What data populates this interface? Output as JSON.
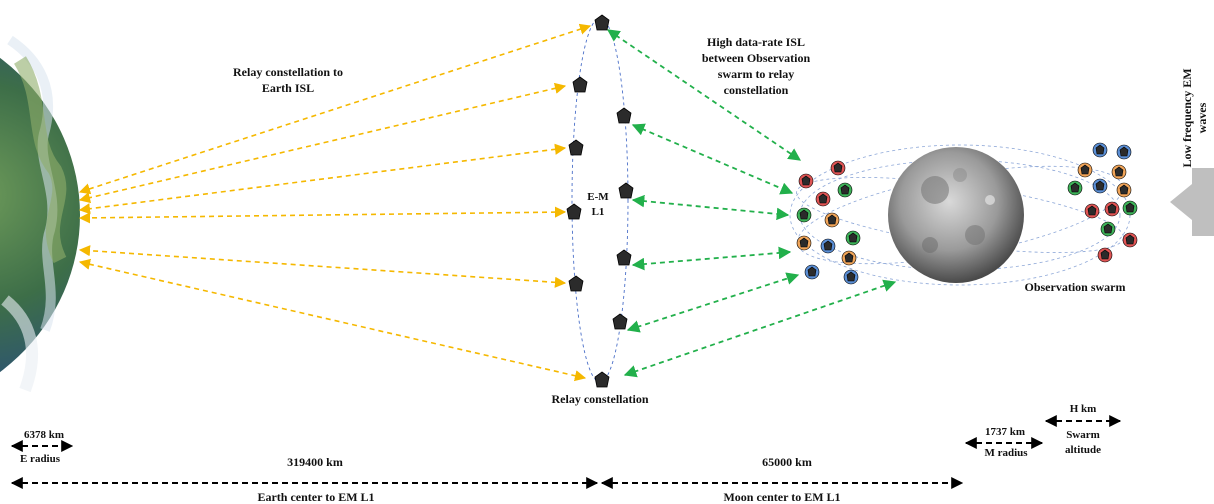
{
  "labels": {
    "relay_to_earth_1": "Relay constellation to",
    "relay_to_earth_2": "Earth ISL",
    "high_rate_1": "High data-rate ISL",
    "high_rate_2": "between Observation",
    "high_rate_3": "swarm to relay",
    "high_rate_4": "constellation",
    "em_l1_1": "E-M",
    "em_l1_2": "L1",
    "relay_constellation": "Relay constellation",
    "observation_swarm": "Observation swarm",
    "low_freq_1": "Low frequency EM",
    "low_freq_2": "waves"
  },
  "dimensions": {
    "earth_radius_value": "6378 km",
    "earth_radius_label": "E radius",
    "earth_to_l1_value": "319400 km",
    "earth_to_l1_label": "Earth center to EM L1",
    "moon_to_l1_value": "65000 km",
    "moon_to_l1_label": "Moon center to EM L1",
    "moon_radius_value": "1737 km",
    "moon_radius_label": "M radius",
    "swarm_alt_value": "H km",
    "swarm_alt_label_1": "Swarm",
    "swarm_alt_label_2": "altitude"
  },
  "colors": {
    "relay_link": "#f5b800",
    "isl_link": "#22b04b",
    "dim_arrow": "#000000",
    "orbit": "#4a6fc8",
    "wave_arrow": "#bfbfbf",
    "sat_red": "#e05555",
    "sat_green": "#3fb35a",
    "sat_orange": "#f2a65a",
    "sat_blue": "#5b8fd6"
  }
}
